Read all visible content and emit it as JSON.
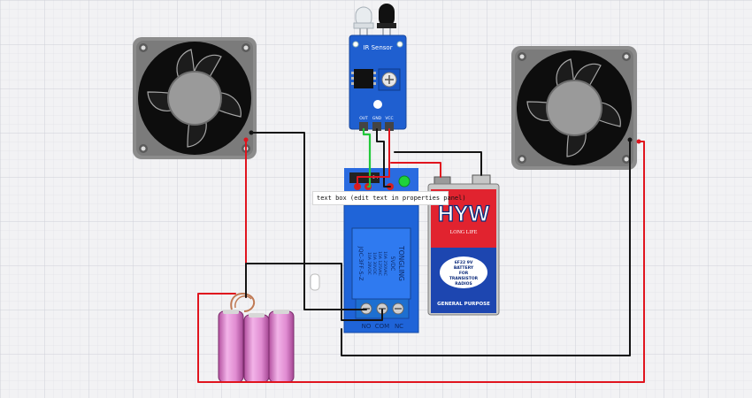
{
  "colors": {
    "grid_major": "#cfd0d8",
    "grid_minor": "#e2e3e8",
    "wire_red": "#e0141e",
    "wire_black": "#141414",
    "wire_green": "#22c83a",
    "sensor_board": "#1f5fd0",
    "relay_board": "#1f64d8",
    "battery_blue": "#1d46b0",
    "battery_red": "#e1232f",
    "cell_pink": "#e48fd6"
  },
  "ir_sensor": {
    "label": "IR Sensor",
    "pins": [
      "OUT",
      "GND",
      "VCC"
    ]
  },
  "relay": {
    "brand": "TONGLING",
    "model": "JQC-3FF-S-Z",
    "voltage": "5VDC",
    "ratings": [
      "10A 250VAC",
      "10A 125VAC",
      "10A 30VDC",
      "10A 28VDC"
    ],
    "terminals": [
      "NO",
      "COM",
      "NC"
    ]
  },
  "battery": {
    "brand": "HYW",
    "tagline": "LONG LIFE",
    "type": "6F22 9V",
    "desc1": "BATTERY",
    "desc2": "FOR",
    "desc3": "TRANSISTOR",
    "desc4": "RADIOS",
    "footer": "GENERAL PURPOSE"
  },
  "textbox": {
    "text": "text box (edit text in properties panel)"
  },
  "icons": {
    "fan_left": "cooling-fan-icon",
    "fan_right": "cooling-fan-icon",
    "battery_pack": "cell-pack-icon"
  }
}
